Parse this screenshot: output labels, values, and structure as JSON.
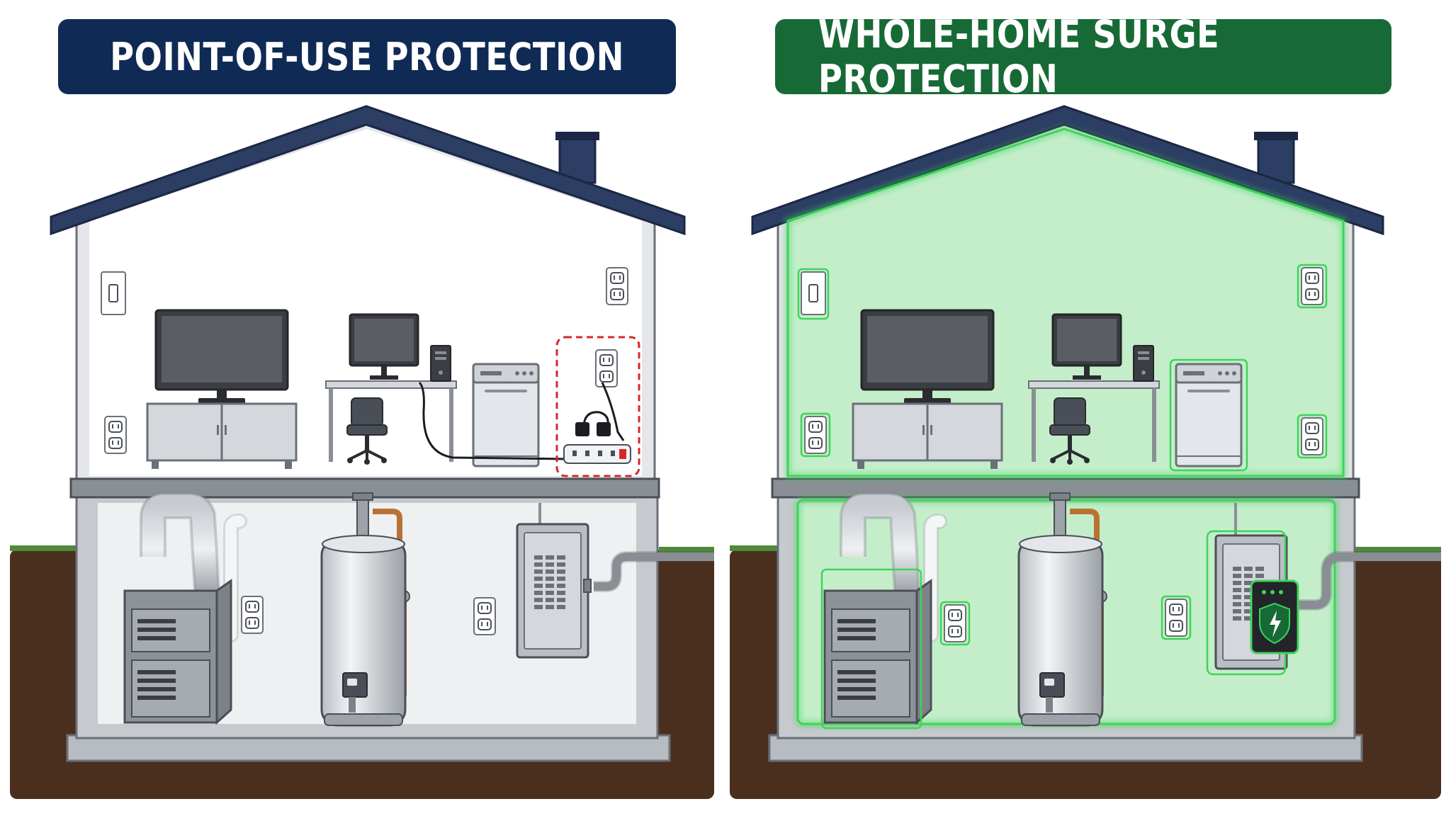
{
  "panels": [
    {
      "title": "POINT-OF-USE PROTECTION",
      "banner_color": "#0f2a55",
      "protection": "point-of-use"
    },
    {
      "title": "WHOLE-HOME SURGE PROTECTION",
      "banner_color": "#176a35",
      "protection": "whole-home"
    }
  ],
  "colors": {
    "roof": "#2c3e63",
    "wall": "#ffffff",
    "soil": "#4a2f1e",
    "grass": "#4f8a3a",
    "glow": "#3fd45b",
    "surge_highlight": "#d62828"
  }
}
